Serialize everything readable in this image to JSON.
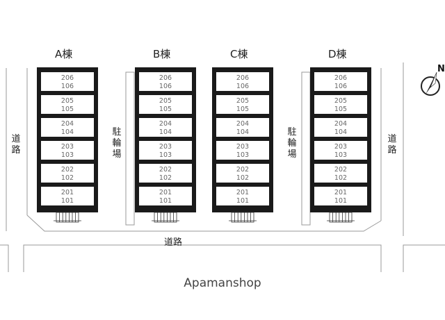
{
  "buildings": [
    {
      "label": "A棟",
      "rooms": [
        [
          "206",
          "106"
        ],
        [
          "205",
          "105"
        ],
        [
          "204",
          "104"
        ],
        [
          "203",
          "103"
        ],
        [
          "202",
          "102"
        ],
        [
          "201",
          "101"
        ]
      ]
    },
    {
      "label": "B棟",
      "rooms": [
        [
          "206",
          "106"
        ],
        [
          "205",
          "105"
        ],
        [
          "204",
          "104"
        ],
        [
          "203",
          "103"
        ],
        [
          "202",
          "102"
        ],
        [
          "201",
          "101"
        ]
      ]
    },
    {
      "label": "C棟",
      "rooms": [
        [
          "206",
          "106"
        ],
        [
          "205",
          "105"
        ],
        [
          "204",
          "104"
        ],
        [
          "203",
          "103"
        ],
        [
          "202",
          "102"
        ],
        [
          "201",
          "101"
        ]
      ]
    },
    {
      "label": "D棟",
      "rooms": [
        [
          "206",
          "106"
        ],
        [
          "205",
          "105"
        ],
        [
          "204",
          "104"
        ],
        [
          "203",
          "103"
        ],
        [
          "202",
          "102"
        ],
        [
          "201",
          "101"
        ]
      ]
    }
  ],
  "labels": {
    "road_left": "道路",
    "road_right": "道路",
    "road_bottom": "道路",
    "bike_parking_left": "駐輪場",
    "bike_parking_right": "駐輪場",
    "north": "N",
    "brand": "Apamanshop"
  }
}
